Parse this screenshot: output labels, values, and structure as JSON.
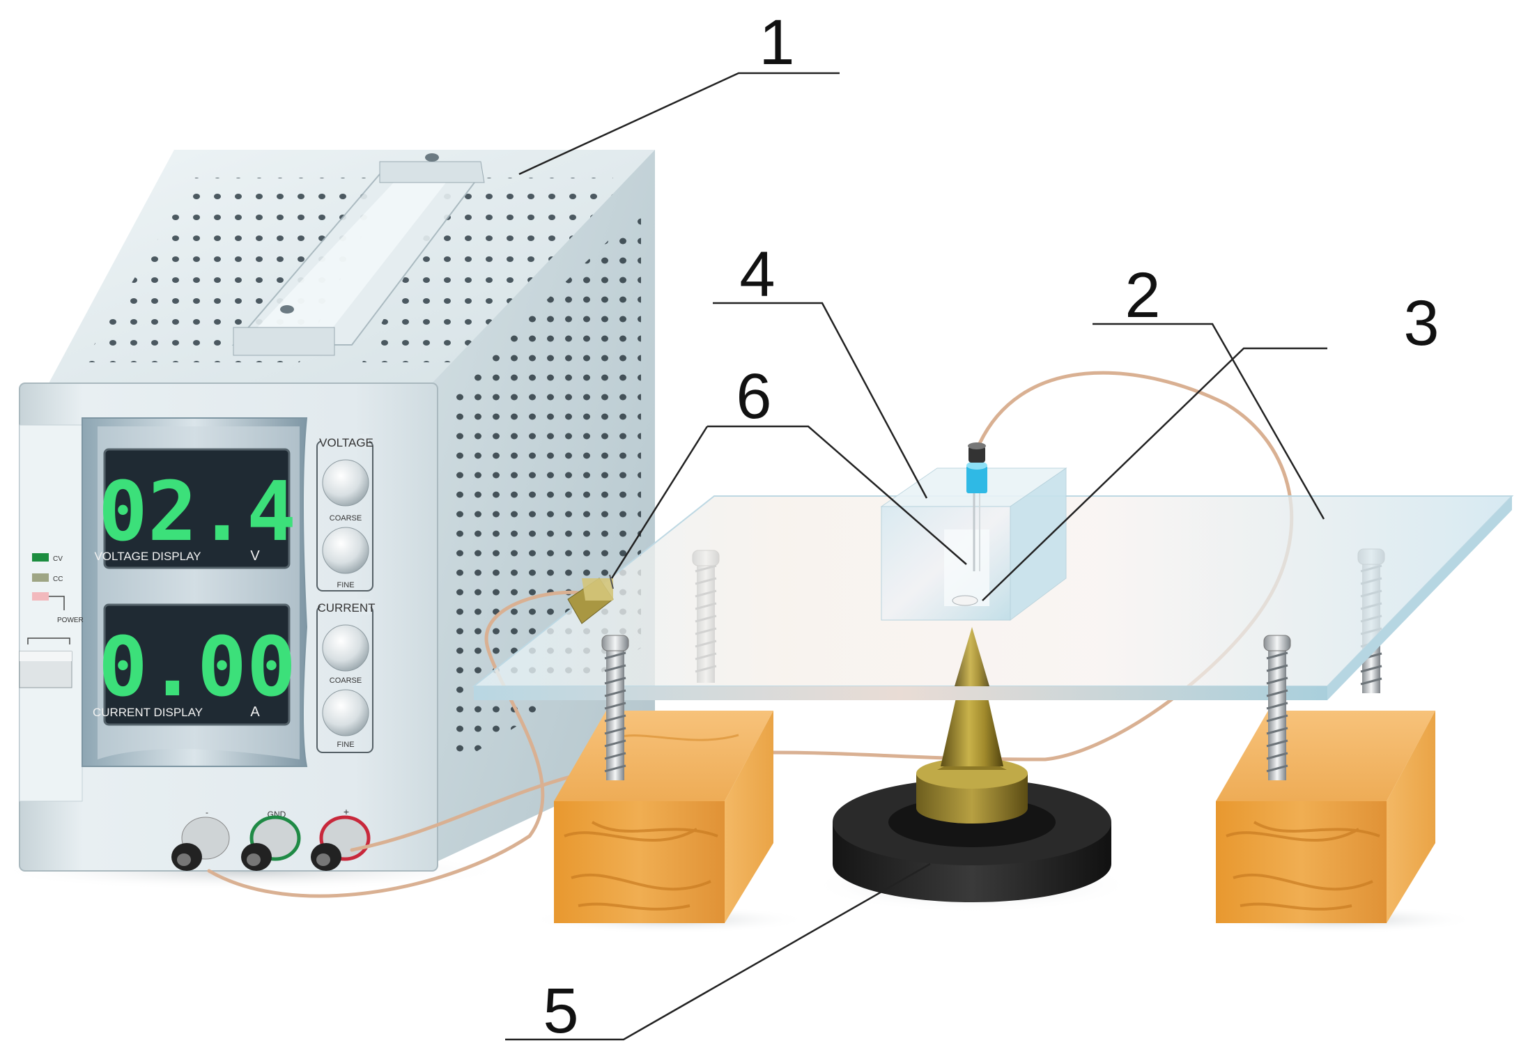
{
  "callouts": {
    "c1": "1",
    "c2": "2",
    "c3": "3",
    "c4": "4",
    "c5": "5",
    "c6": "6"
  },
  "power_supply": {
    "voltage_reading": "02.4",
    "voltage_display_label": "VOLTAGE DISPLAY",
    "voltage_unit": "V",
    "current_reading": "0.00",
    "current_display_label": "CURRENT DISPLAY",
    "current_unit": "A",
    "voltage_group_label": "VOLTAGE",
    "current_group_label": "CURRENT",
    "coarse_label": "COARSE",
    "fine_label": "FINE",
    "indicator_cv": "CV",
    "indicator_cc": "CC",
    "power_label": "POWER",
    "terminal_minus": "-",
    "terminal_gnd": "GND",
    "terminal_plus": "+"
  },
  "colors": {
    "case_front": "#dfe8ec",
    "case_side": "#c3d2d8",
    "display_bg": "#1f2a33",
    "segment_green": "#3ce07a",
    "wood": "#e9a447",
    "cone": "#a8922e",
    "magnet_ring": "#222222",
    "wire": "#d9b092",
    "glass_plate": "#d9ecf3"
  }
}
